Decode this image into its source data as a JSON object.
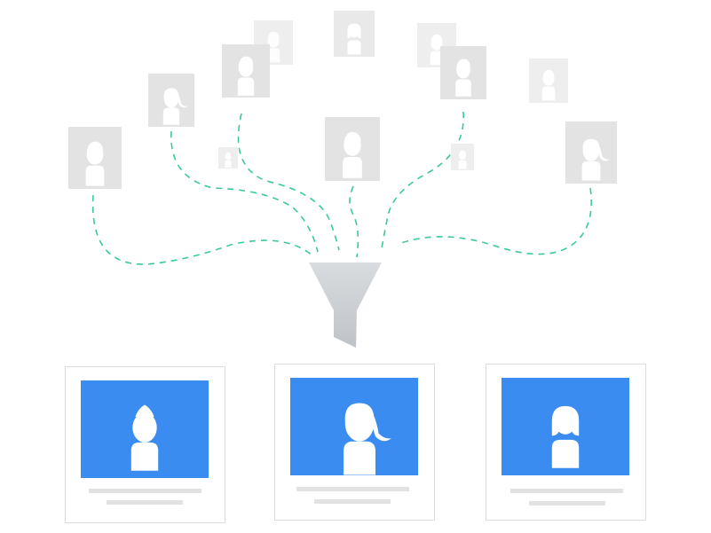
{
  "colors": {
    "background": "#ffffff",
    "placeholder_bg": "#e3e3e3",
    "placeholder_fg": "#ffffff",
    "connector": "#3cc99a",
    "funnel_top": "#d7dadd",
    "funnel_bottom": "#c3c7cb",
    "card_border": "#dcdcdc",
    "card_accent": "#3a8cf0",
    "text_line": "#e0e0e0"
  },
  "inputs": {
    "count": 13,
    "icons": [
      "person-short-hair",
      "person-ponytail",
      "person-bun",
      "person-bob"
    ]
  },
  "outputs": {
    "count": 3,
    "icons": [
      "person-bun-icon",
      "person-ponytail-icon",
      "person-bob-icon"
    ]
  }
}
